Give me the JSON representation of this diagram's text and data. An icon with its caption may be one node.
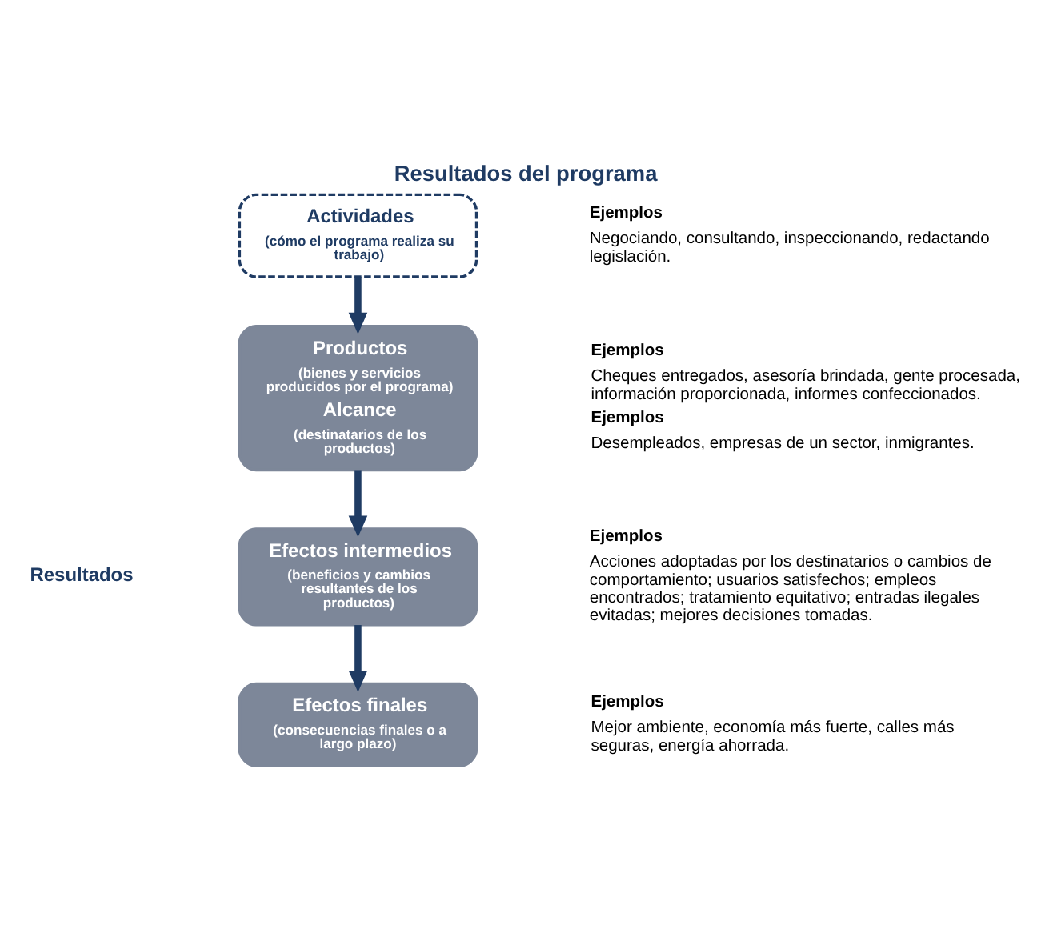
{
  "diagram": {
    "title": "Resultados del programa",
    "nodes": [
      {
        "text": [
          "Actividades",
          "(cómo el programa realiza su trabajo)"
        ],
        "beside": [
          "Ejemplos",
          "Negociando, consultando, inspeccionando, redactando legislación."
        ]
      },
      {
        "text": [
          "Productos",
          "(bienes y servicios producidos por el programa)",
          "Alcance",
          "(destinatarios de los productos)"
        ],
        "beside": [
          "Ejemplos",
          "Cheques entregados, asesoría brindada, gente procesada, información proporcionada, informes confeccionados.",
          "Ejemplos",
          "Desempleados, empresas de un sector, inmigrantes."
        ]
      },
      {
        "text": [
          "Efectos intermedios",
          "(beneficios y cambios resultantes de los productos)"
        ],
        "beside": [
          "Ejemplos",
          "Acciones adoptadas por los destinatarios o cambios de comportamiento; usuarios satisfechos; empleos encontrados; tratamiento equitativo; entradas ilegales evitadas; mejores decisiones tomadas."
        ]
      },
      {
        "text": [
          "Efectos finales",
          "(consecuencias finales o a largo plazo)"
        ],
        "beside": [
          "Ejemplos",
          "Mejor ambiente, economía más fuerte, calles más seguras, energía ahorrada."
        ]
      }
    ],
    "edges": [
      {
        "from": 0,
        "to": 1,
        "arrow": "to"
      },
      {
        "from": 1,
        "to": 2,
        "arrow": "to"
      },
      {
        "from": 2,
        "to": 3,
        "arrow": "to"
      }
    ],
    "labels": [
      "Resultados"
    ]
  }
}
